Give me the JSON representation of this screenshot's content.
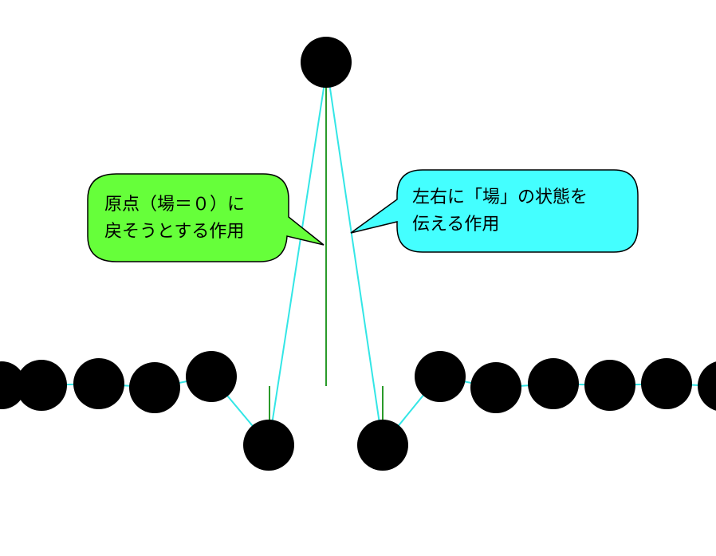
{
  "colors": {
    "background": "#ffffff",
    "bead": "#000000",
    "spring": "#33e6e6",
    "restoring_line": "#2a9a2a",
    "green_callout_fill": "#66ff3a",
    "cyan_callout_fill": "#44ffff",
    "callout_stroke": "#000000"
  },
  "callouts": {
    "restoring": {
      "line1": "原点（場＝０）に",
      "line2": "戻そうとする作用"
    },
    "propagation": {
      "line1": "左右に「場」の状態を",
      "line2": "伝える作用"
    }
  }
}
